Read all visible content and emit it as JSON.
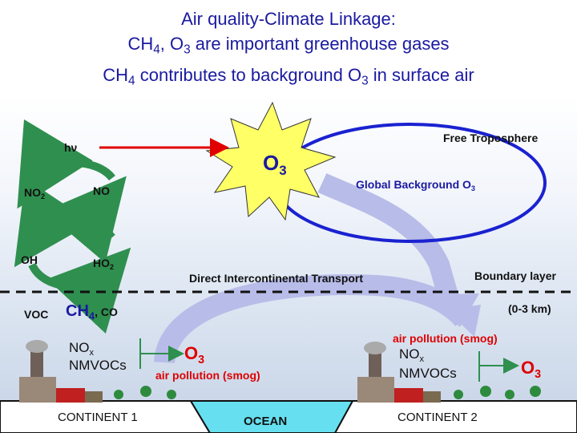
{
  "title": {
    "line1": "Air quality-Climate Linkage:",
    "line2_pre": "CH",
    "line2_sub1": "4",
    "line2_mid": ", O",
    "line2_sub2": "3",
    "line2_post": " are important greenhouse gases",
    "line3_pre": "CH",
    "line3_sub1": "4",
    "line3_mid": " contributes to background O",
    "line3_sub2": "3",
    "line3_post": " in surface air"
  },
  "diagram": {
    "hv": "hν",
    "o3_main": "O",
    "o3_main_sub": "3",
    "free_troposphere": "Free Troposphere",
    "global_background": "Global Background O",
    "global_background_sub": "3",
    "no2": "NO",
    "no2_sub": "2",
    "no": "NO",
    "oh": "OH",
    "ho2": "HO",
    "ho2_sub": "2",
    "voc": "VOC",
    "ch4": "CH",
    "ch4_sub": "4",
    "co": ", CO",
    "direct_transport": "Direct Intercontinental Transport",
    "boundary_layer": "Boundary layer",
    "boundary_height": "(0-3 km)",
    "nox_left": "NO",
    "nox_left_sub": "x",
    "nmvocs_left": "NMVOCs",
    "o3_left": "O",
    "o3_left_sub": "3",
    "air_pollution_left": "air pollution (smog)",
    "air_pollution_right": "air pollution (smog)",
    "nox_right": "NO",
    "nox_right_sub": "x",
    "nmvocs_right": "NMVOCs",
    "o3_right": "O",
    "o3_right_sub": "3",
    "continent1": "CONTINENT 1",
    "ocean": "OCEAN",
    "continent2": "CONTINENT 2"
  },
  "colors": {
    "title": "#1a1aa0",
    "accent_red": "#e00000",
    "ellipse_blue": "#1a22d0",
    "arrow_lavender": "#b8bce8",
    "sun_yellow": "#ffff66",
    "cycle_green": "#2f8f4f",
    "ocean": "#66e0f0"
  }
}
